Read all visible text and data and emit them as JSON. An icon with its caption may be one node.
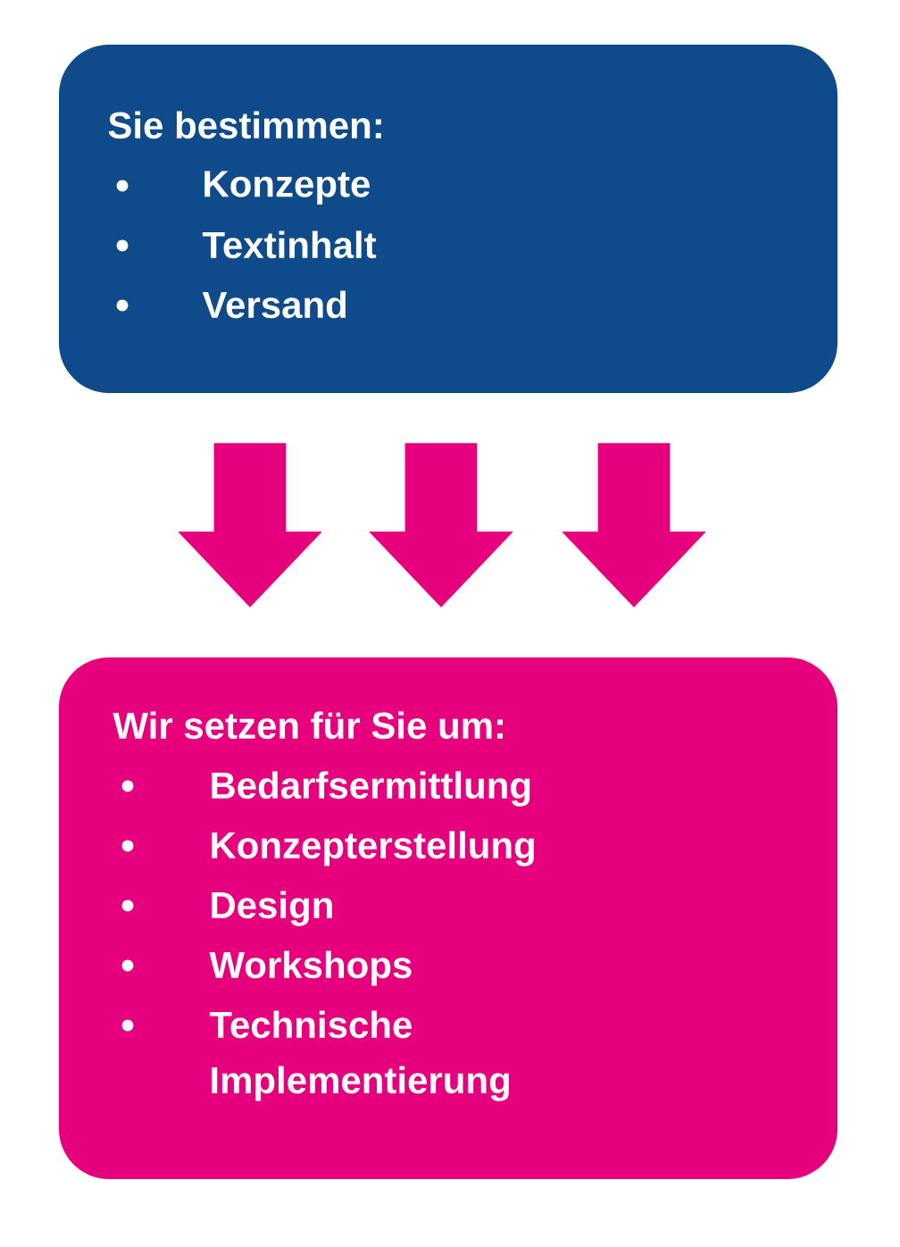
{
  "diagram": {
    "nodes": [
      {
        "text": [
          "Sie bestimmen:",
          "Konzepte",
          "Textinhalt",
          "Versand"
        ]
      },
      {
        "text": [
          "Wir setzen für Sie um:",
          "Bedarfsermittlung",
          "Konzepterstellung",
          "Design",
          "Workshops",
          "Technische Implementierung"
        ]
      }
    ],
    "edges": [
      {
        "from": 0,
        "to": 1,
        "arrow": "to"
      },
      {
        "from": 0,
        "to": 1,
        "arrow": "to"
      },
      {
        "from": 0,
        "to": 1,
        "arrow": "to"
      }
    ]
  }
}
